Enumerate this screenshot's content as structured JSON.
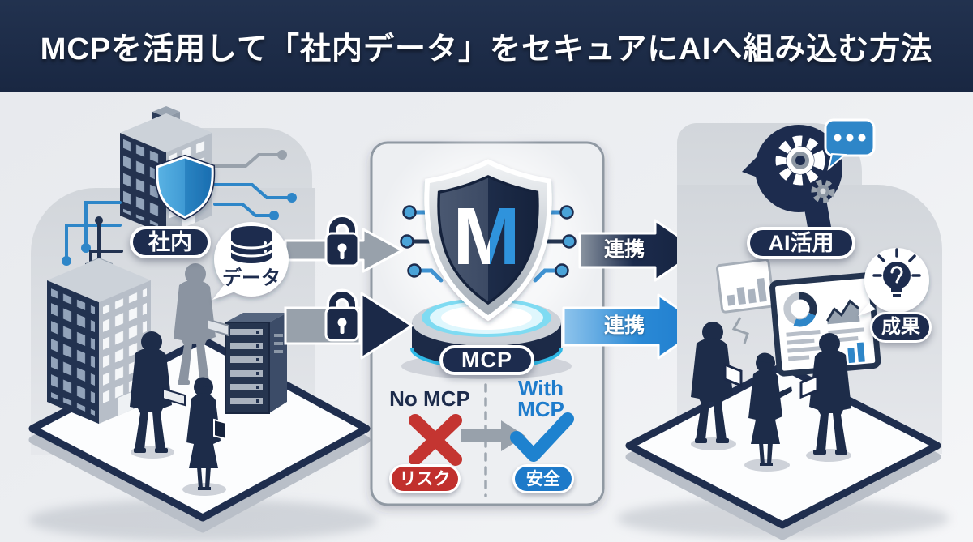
{
  "header": {
    "title": "MCPを活用して「社内データ」をセキュアにAIへ組み込む方法"
  },
  "left_panel": {
    "label": "社内",
    "bubble_label": "データ",
    "icons": [
      "office-building",
      "shield",
      "circuit-lines",
      "database",
      "server-rack",
      "business-people"
    ]
  },
  "center_panel": {
    "monogram": "M",
    "pill": "MCP",
    "comparison": {
      "no_heading": "No MCP",
      "with_heading": "With MCP",
      "risk_badge": "リスク",
      "safe_badge": "安全"
    }
  },
  "right_panel": {
    "label": "AI活用",
    "result_badge": "成果",
    "icons": [
      "ai-head-gears",
      "chat-bubble",
      "lightbulb",
      "dashboard-screens",
      "business-people"
    ]
  },
  "arrows": {
    "top_label": "連携",
    "bottom_label": "連携",
    "secured_with_locks": true
  },
  "colors": {
    "header_bg": "#1c2a4a",
    "navy": "#1d2c4e",
    "blue": "#1e7ccc",
    "red": "#c1302d",
    "cyan": "#2fb9e6",
    "card_bg": "#edeff2",
    "gray_arrow": "#98a1ab"
  }
}
